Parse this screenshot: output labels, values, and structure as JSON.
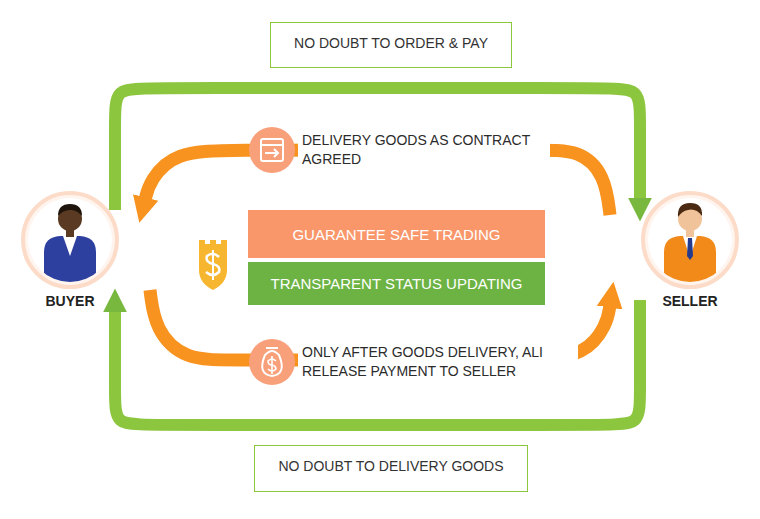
{
  "diagram": {
    "nodes": [
      {
        "text": [
          "NO DOUBT TO ORDER & PAY"
        ]
      },
      {
        "text": [
          "BUYER"
        ]
      },
      {
        "text": [
          "GUARANTEE SAFE TRADING"
        ]
      },
      {
        "text": [
          "TRANSPARENT STATUS UPDATING"
        ]
      },
      {
        "text": [
          "SELLER"
        ]
      },
      {
        "text": [
          "NO DOUBT TO DELIVERY GOODS"
        ]
      }
    ],
    "edges": [
      {
        "from": 1,
        "to": 4,
        "arrow": "to"
      },
      {
        "from": 4,
        "to": 1,
        "label": "DELIVERY GOODS AS CONTRACT AGREED",
        "arrow": "to"
      },
      {
        "from": 1,
        "to": 4,
        "label": "ONLY AFTER GOODS DELIVERY, ALI RELEASE PAYMENT TO SELLER",
        "arrow": "to"
      },
      {
        "from": 4,
        "to": 1,
        "arrow": "to"
      }
    ]
  }
}
